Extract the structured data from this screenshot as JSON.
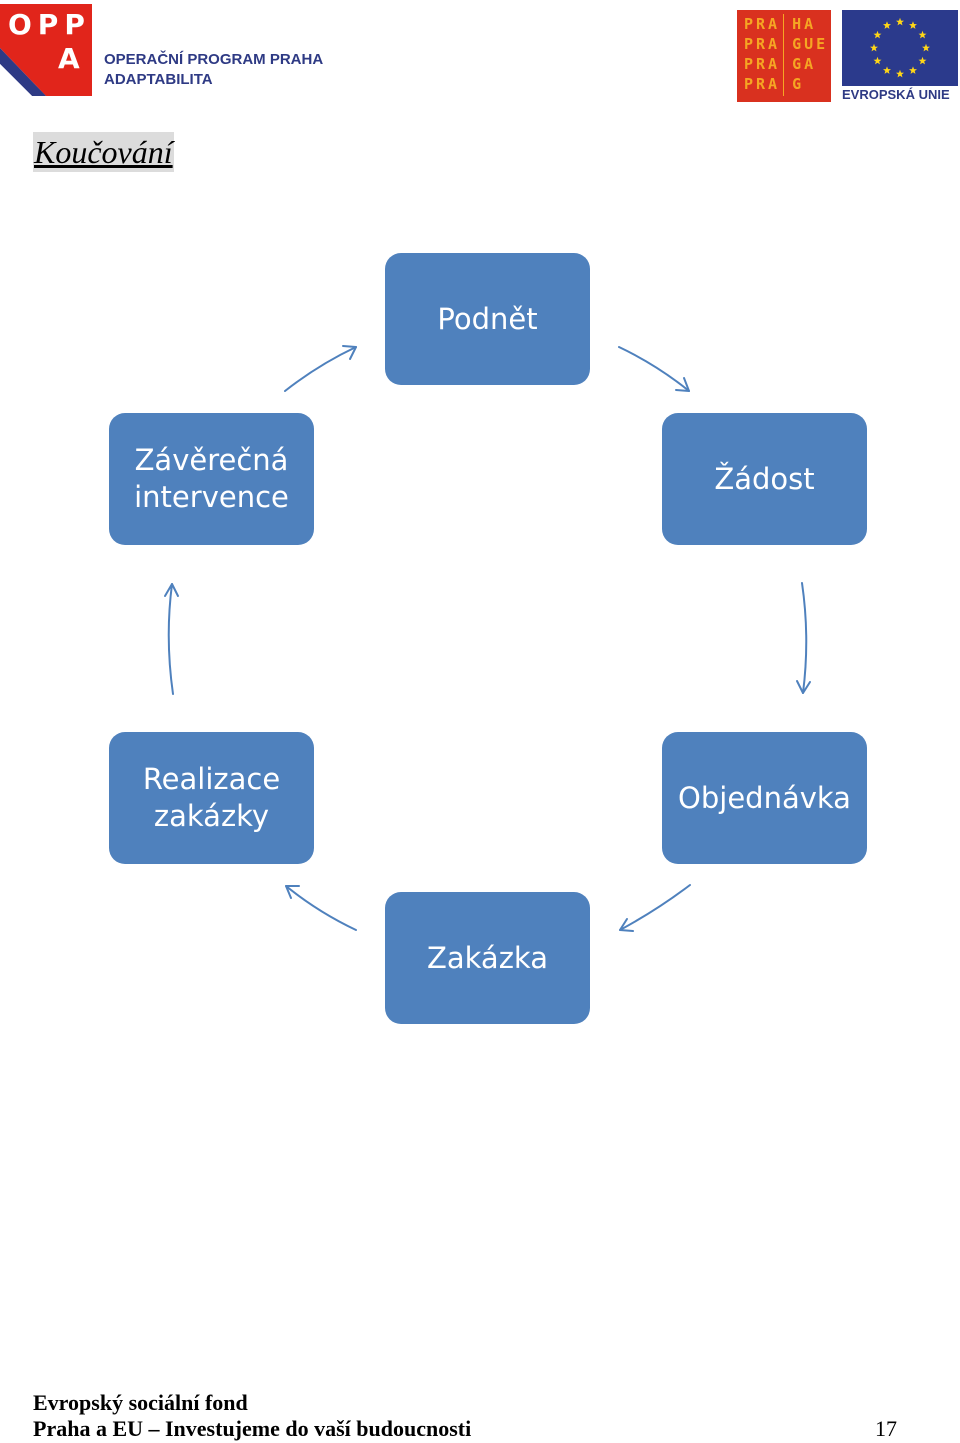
{
  "header": {
    "oppa_letters_row1": "OPP",
    "oppa_letters_row2": "A",
    "oppa_name_line1": "OPERAČNÍ PROGRAM PRAHA",
    "oppa_name_line2": "ADAPTABILITA",
    "praha_rows": [
      "PRA HA",
      "PRA GUE",
      "PRA GA",
      "PRA G"
    ],
    "eu_label": "EVROPSKÁ UNIE",
    "colors": {
      "oppa_red": "#e1251b",
      "oppa_navy": "#2e3a84",
      "praha_red": "#d9311f",
      "praha_orange": "#f5a623",
      "eu_blue": "#2b3a8c",
      "eu_star": "#ffd617"
    }
  },
  "section": {
    "heading": "Koučování"
  },
  "diagram": {
    "node_color": "#4f81bd",
    "arrow_color": "#4f81bd",
    "nodes": [
      {
        "id": "podnet",
        "label": "Podnět"
      },
      {
        "id": "zadost",
        "label": "Žádost"
      },
      {
        "id": "objednavka",
        "label": "Objednávka"
      },
      {
        "id": "zakazka",
        "label": "Zakázka"
      },
      {
        "id": "realizace",
        "label": "Realizace zakázky"
      },
      {
        "id": "zaverecna",
        "label": "Závěrečná intervence"
      }
    ]
  },
  "footer": {
    "line1": "Evropský sociální fond",
    "line2": "Praha a EU – Investujeme do vaší budoucnosti",
    "page_number": "17"
  }
}
